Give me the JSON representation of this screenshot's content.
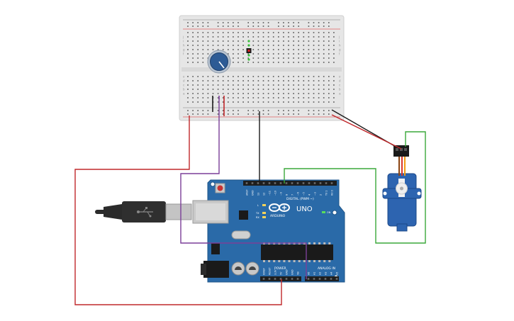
{
  "board": {
    "name": "UNO",
    "brand": "ARDUINO",
    "digital_label": "DIGITAL (PWM ~)",
    "analog_label": "ANALOG IN",
    "power_label": "POWER",
    "led_l": "L",
    "led_tx": "TX",
    "led_rx": "RX",
    "led_on": "ON",
    "digital_pins": [
      "AREF",
      "GND",
      "13",
      "12",
      "~11",
      "~10",
      "~9",
      "8",
      "7",
      "~6",
      "~5",
      "4",
      "~3",
      "2",
      "TX 1",
      "RX 0"
    ],
    "power_pins": [
      "IOREF",
      "RESET",
      "3.3V",
      "5V",
      "GND",
      "GND",
      "Vin"
    ],
    "analog_pins": [
      "A0",
      "A1",
      "A2",
      "A3",
      "A4",
      "A5"
    ]
  },
  "breadboard": {
    "row_letters_top": [
      "j",
      "i",
      "h",
      "g",
      "f"
    ],
    "row_letters_bottom": [
      "e",
      "d",
      "c",
      "b",
      "a"
    ],
    "columns": 30
  },
  "colors": {
    "board_blue": "#2a6aa8",
    "board_edge": "#1f5588",
    "wire_red": "#c0282b",
    "wire_black": "#1a1a1a",
    "wire_purple": "#7b3f98",
    "wire_green": "#3aa83a",
    "breadboard": "#e4e4e4",
    "servo_blue": "#2d64b0"
  },
  "components": {
    "potentiometer": "potentiometer",
    "servo": "micro-servo",
    "usb_cable": "usb-cable"
  }
}
